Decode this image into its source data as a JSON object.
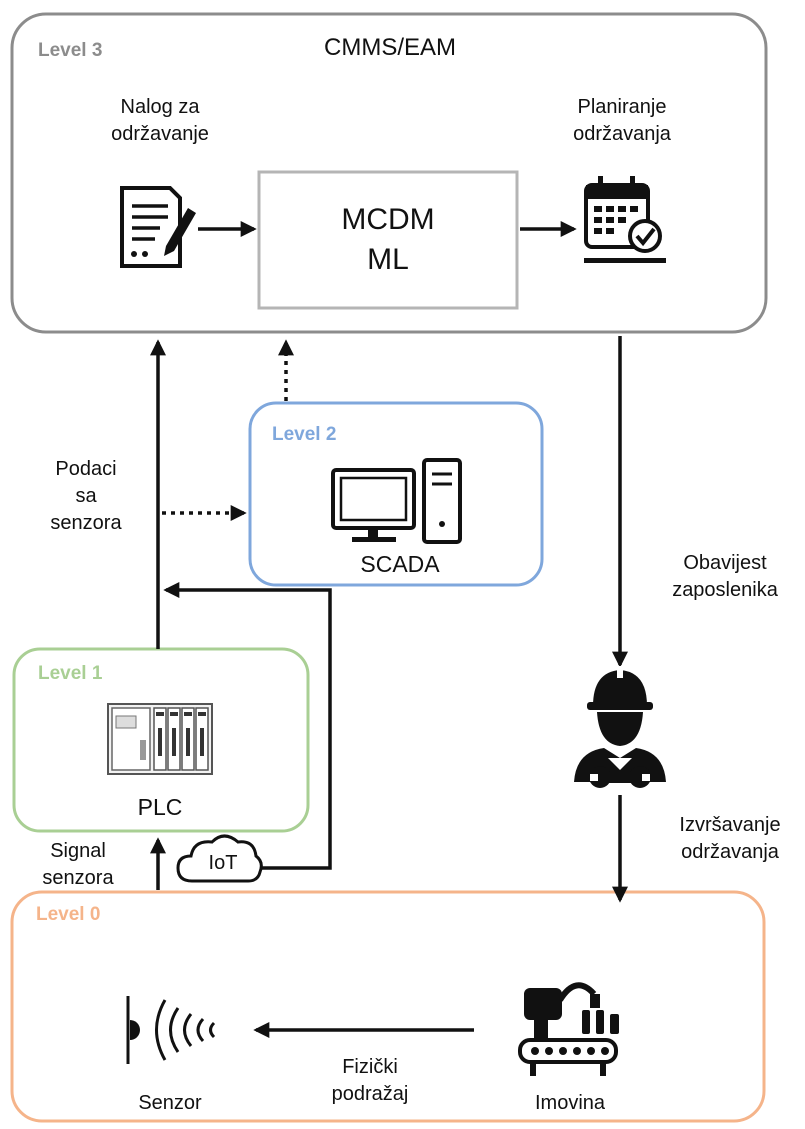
{
  "level3": {
    "tag": "Level 3",
    "title": "CMMS/EAM",
    "color": "#8c8c8c"
  },
  "level2": {
    "tag": "Level 2",
    "name": "SCADA",
    "color": "#7fa7dc"
  },
  "level1": {
    "tag": "Level 1",
    "name": "PLC",
    "color": "#a9cf94"
  },
  "level0": {
    "tag": "Level 0",
    "color": "#f5b48a"
  },
  "center_box": {
    "line1": "MCDM",
    "line2": "ML"
  },
  "labels": {
    "nalog": [
      "Nalog za",
      "održavanje"
    ],
    "planiranje": [
      "Planiranje",
      "održavanja"
    ],
    "podaci": [
      "Podaci",
      "sa",
      "senzora"
    ],
    "obavijest": [
      "Obavijest",
      "zaposlenika"
    ],
    "izvrsavanje": [
      "Izvršavanje",
      "održavanja"
    ],
    "signal": [
      "Signal",
      "senzora"
    ],
    "fizicki": [
      "Fizički",
      "podražaj"
    ],
    "iot": "IoT",
    "senzor": "Senzor",
    "imovina": "Imovina"
  },
  "icons": [
    "document-edit-icon",
    "calendar-check-icon",
    "computer-icon",
    "plc-icon",
    "worker-icon",
    "cloud-icon",
    "sensor-icon",
    "conveyor-icon"
  ]
}
